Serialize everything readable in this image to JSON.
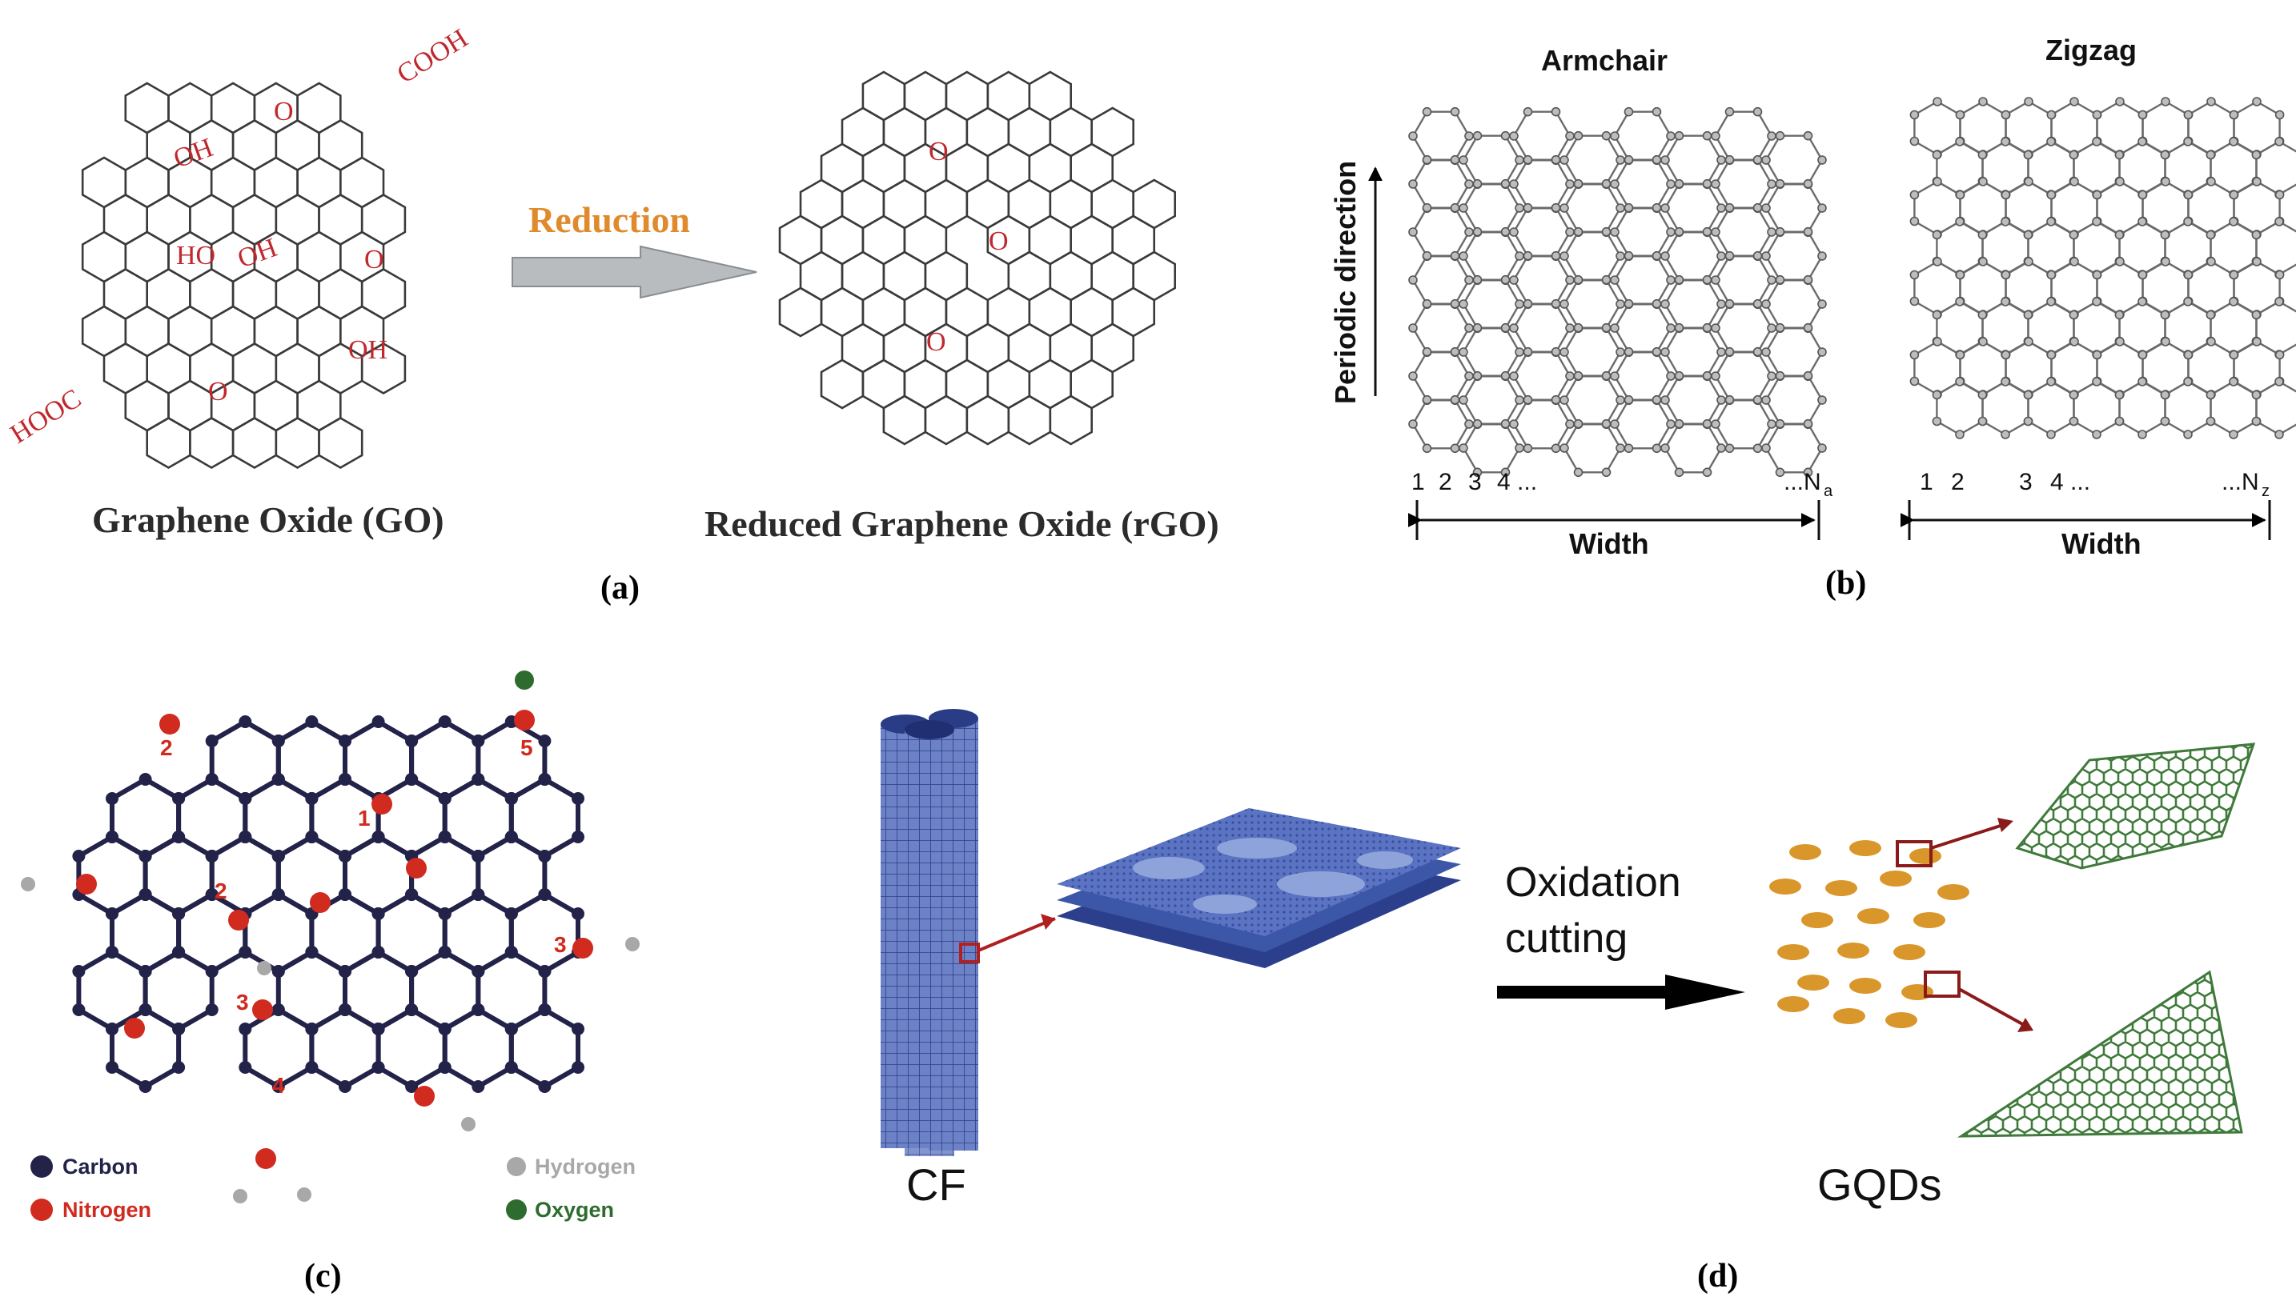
{
  "colors": {
    "bond": "#3a3a3a",
    "oxy_label": "#c0282d",
    "reduction_label": "#e08a2c",
    "carbon": "#23234a",
    "nitrogen": "#d12a1f",
    "hydrogen": "#a8a8a8",
    "oxygen": "#2e6b2e",
    "cf_blue": "#3c54a8",
    "gqd_orange": "#d9962b",
    "gqd_green": "#3f7a3b",
    "dark_red": "#8b1a1a"
  },
  "panel_a": {
    "go_title": "Graphene Oxide (GO)",
    "rgo_title": "Reduced Graphene Oxide (rGO)",
    "arrow_label": "Reduction",
    "panel_label": "(a)",
    "go_groups": [
      "COOH",
      "O",
      "OH",
      "HO",
      "OH",
      "O",
      "OH",
      "O",
      "HOOC"
    ],
    "rgo_groups": [
      "O",
      "O",
      "O"
    ]
  },
  "panel_b": {
    "armchair_title": "Armchair",
    "zigzag_title": "Zigzag",
    "axis_label": "Periodic direction",
    "armchair_indices": [
      "1",
      "2",
      "3",
      "4 ..."
    ],
    "armchair_end": "...N",
    "armchair_end_sub": "a",
    "zigzag_indices": [
      "1",
      "2",
      "3",
      "4 ..."
    ],
    "zigzag_end": "...N",
    "zigzag_end_sub": "z",
    "width_label": "Width",
    "panel_label": "(b)"
  },
  "panel_c": {
    "site_labels": [
      "2",
      "5",
      "1",
      "2",
      "3",
      "3",
      "4"
    ],
    "legend": {
      "carbon": "Carbon",
      "nitrogen": "Nitrogen",
      "hydrogen": "Hydrogen",
      "oxygen": "Oxygen"
    },
    "panel_label": "(c)"
  },
  "panel_d": {
    "cf_label": "CF",
    "process_label_1": "Oxidation",
    "process_label_2": "cutting",
    "gqd_label": "GQDs",
    "panel_label": "(d)"
  }
}
